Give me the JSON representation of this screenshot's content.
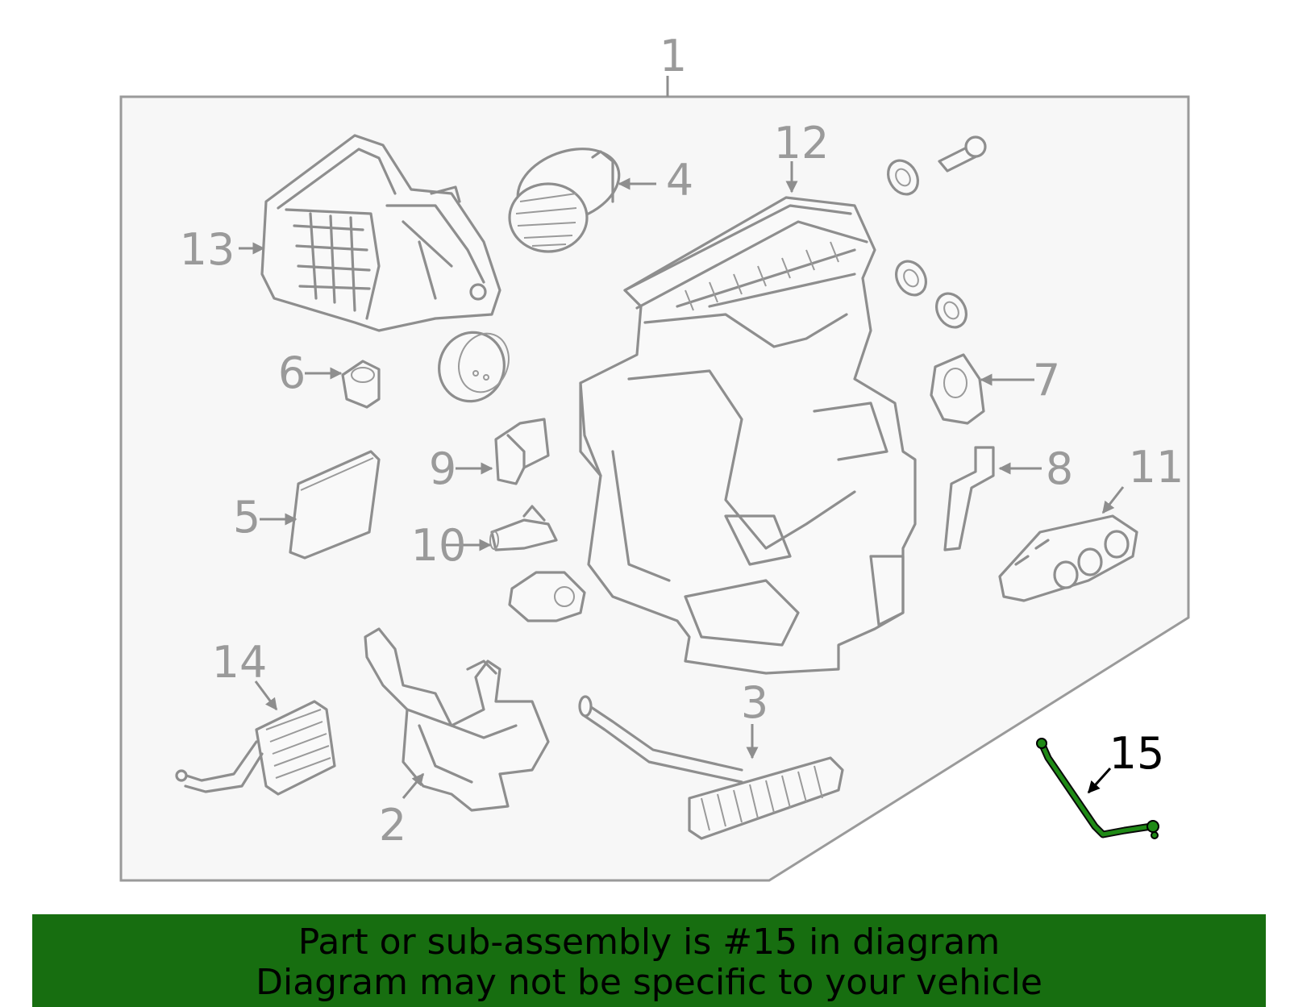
{
  "diagram": {
    "callouts": {
      "c1": "1",
      "c2": "2",
      "c3": "3",
      "c4": "4",
      "c5": "5",
      "c6": "6",
      "c7": "7",
      "c8": "8",
      "c9": "9",
      "c10": "10",
      "c11": "11",
      "c12": "12",
      "c13": "13",
      "c14": "14",
      "c15": "15"
    },
    "highlighted_part": "15",
    "colors": {
      "highlight": "#176e10",
      "lines": "#8e8e8e",
      "panel": "#f7f7f7"
    }
  },
  "banner": {
    "line1": "Part or sub-assembly is #15 in diagram",
    "line2": "Diagram may not be specific to your vehicle",
    "color": "#176e10"
  }
}
